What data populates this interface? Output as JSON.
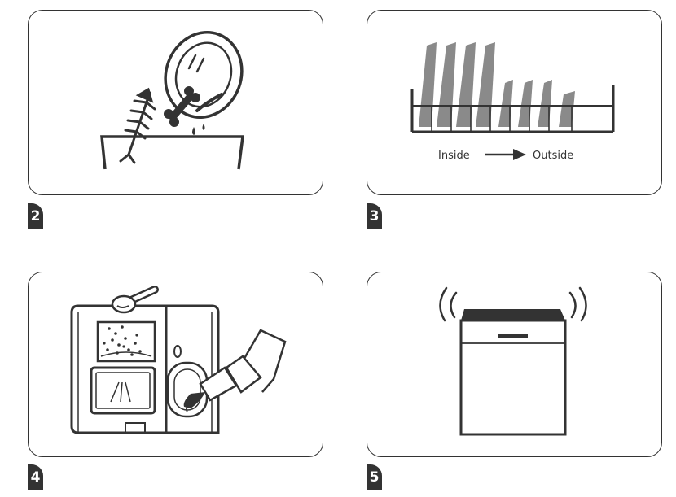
{
  "steps": [
    {
      "number": "2"
    },
    {
      "number": "3",
      "labels": {
        "from": "Inside",
        "to": "Outside"
      }
    },
    {
      "number": "4"
    },
    {
      "number": "5"
    }
  ],
  "colors": {
    "ink": "#333333",
    "fill_gray": "#8a8a8a",
    "background": "#ffffff"
  }
}
